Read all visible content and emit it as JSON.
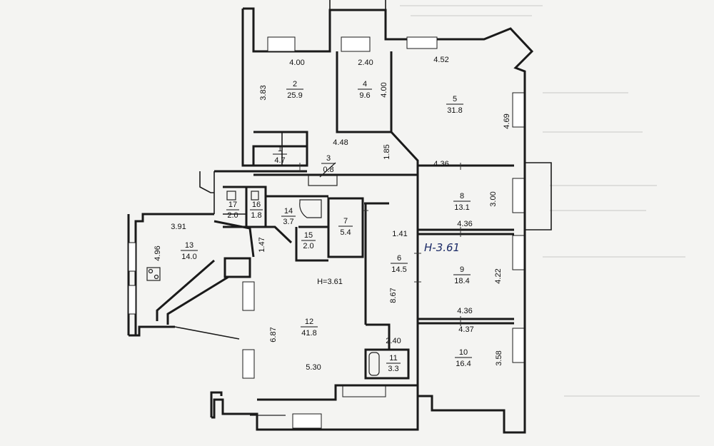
{
  "rooms": [
    {
      "id": "r1",
      "num": "1",
      "area": "4.7"
    },
    {
      "id": "r2",
      "num": "2",
      "area": "25.9"
    },
    {
      "id": "r3",
      "num": "3",
      "area": "0.8"
    },
    {
      "id": "r4",
      "num": "4",
      "area": "9.6"
    },
    {
      "id": "r5",
      "num": "5",
      "area": "31.8"
    },
    {
      "id": "r6",
      "num": "6",
      "area": "14.5"
    },
    {
      "id": "r7",
      "num": "7",
      "area": "5.4"
    },
    {
      "id": "r8",
      "num": "8",
      "area": "13.1"
    },
    {
      "id": "r9",
      "num": "9",
      "area": "18.4"
    },
    {
      "id": "r10",
      "num": "10",
      "area": "16.4"
    },
    {
      "id": "r11",
      "num": "11",
      "area": "3.3"
    },
    {
      "id": "r12",
      "num": "12",
      "area": "41.8"
    },
    {
      "id": "r13",
      "num": "13",
      "area": "14.0"
    },
    {
      "id": "r14",
      "num": "14",
      "area": "3.7"
    },
    {
      "id": "r15",
      "num": "15",
      "area": "2.0"
    },
    {
      "id": "r16",
      "num": "16",
      "area": "1.8"
    },
    {
      "id": "r17",
      "num": "17",
      "area": "2.0"
    }
  ],
  "dimensions": {
    "d2_top": "4.00",
    "d2_side": "3.83",
    "d4_top": "2.40",
    "d4_side": "4.00",
    "d5_top": "4.52",
    "d5_side": "4.69",
    "d_corr": "4.48",
    "d_corr2": "1.85",
    "d8_top": "4.36",
    "d8_bot": "4.36",
    "d8_side": "3.00",
    "d9_bot": "4.36",
    "d9_side": "4.22",
    "d10_top": "4.37",
    "d10_side": "3.58",
    "d6_top": "1.41",
    "d6_side": "8.67",
    "d11_top": "2.40",
    "d12_side": "6.87",
    "d12_bot": "5.30",
    "d13_top": "3.91",
    "d13_side": "4.96",
    "d_hall": "1.47"
  },
  "ceiling_note": "H=3.61",
  "handwritten_note": "H-3.61"
}
